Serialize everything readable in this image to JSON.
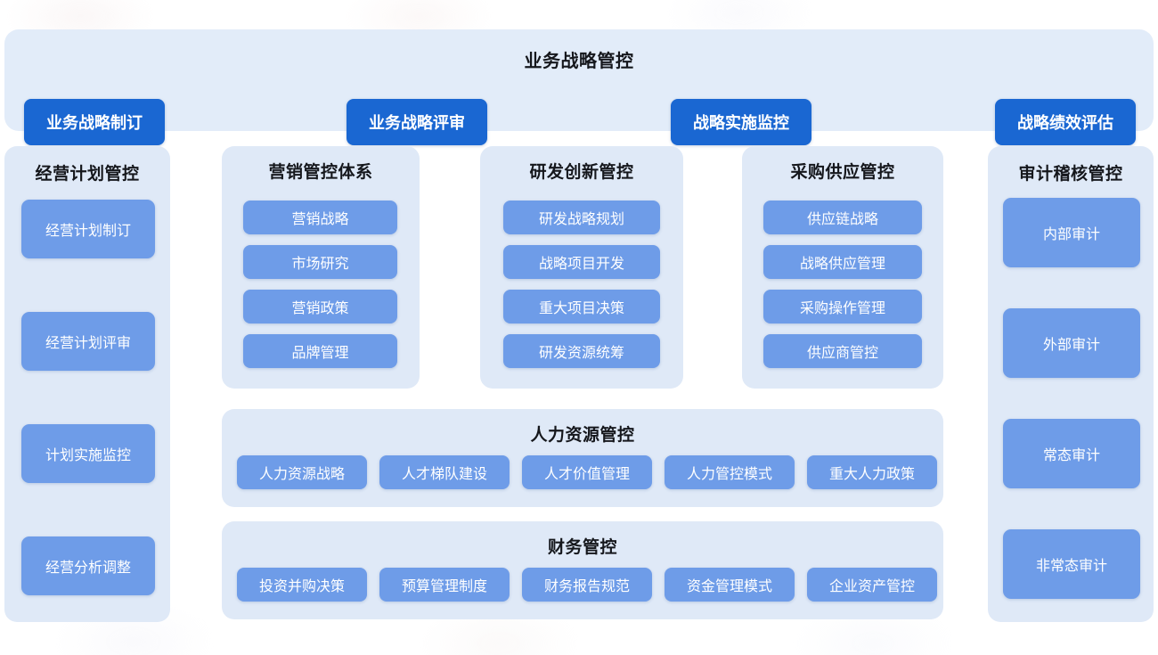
{
  "banner": {
    "title": "业务战略管控",
    "buttons": [
      {
        "label": "业务战略制订"
      },
      {
        "label": "业务战略评审"
      },
      {
        "label": "战略实施监控"
      },
      {
        "label": "战略绩效评估"
      }
    ]
  },
  "columns": {
    "plan": {
      "title": "经营计划管控",
      "items": [
        {
          "label": "经营计划制订"
        },
        {
          "label": "经营计划评审"
        },
        {
          "label": "计划实施监控"
        },
        {
          "label": "经营分析调整"
        }
      ]
    },
    "marketing": {
      "title": "营销管控体系",
      "items": [
        {
          "label": "营销战略"
        },
        {
          "label": "市场研究"
        },
        {
          "label": "营销政策"
        },
        {
          "label": "品牌管理"
        }
      ]
    },
    "rnd": {
      "title": "研发创新管控",
      "items": [
        {
          "label": "研发战略规划"
        },
        {
          "label": "战略项目开发"
        },
        {
          "label": "重大项目决策"
        },
        {
          "label": "研发资源统筹"
        }
      ]
    },
    "purchase": {
      "title": "采购供应管控",
      "items": [
        {
          "label": "供应链战略"
        },
        {
          "label": "战略供应管理"
        },
        {
          "label": "采购操作管理"
        },
        {
          "label": "供应商管控"
        }
      ]
    },
    "audit": {
      "title": "审计稽核管控",
      "items": [
        {
          "label": "内部审计"
        },
        {
          "label": "外部审计"
        },
        {
          "label": "常态审计"
        },
        {
          "label": "非常态审计"
        }
      ]
    }
  },
  "wide_panels": {
    "hr": {
      "title": "人力资源管控",
      "items": [
        {
          "label": "人力资源战略"
        },
        {
          "label": "人才梯队建设"
        },
        {
          "label": "人才价值管理"
        },
        {
          "label": "人力管控模式"
        },
        {
          "label": "重大人力政策"
        }
      ]
    },
    "finance": {
      "title": "财务管控",
      "items": [
        {
          "label": "投资并购决策"
        },
        {
          "label": "预算管理制度"
        },
        {
          "label": "财务报告规范"
        },
        {
          "label": "资金管理模式"
        },
        {
          "label": "企业资产管控"
        }
      ]
    }
  },
  "colors": {
    "page_background": "#ffffff",
    "panel_background": "#dfe9f7",
    "banner_background": "#e2ecf9",
    "primary_button": "#1a67d2",
    "secondary_button": "#6e9ce8",
    "title_text": "#15171c",
    "button_text": "#ffffff"
  }
}
